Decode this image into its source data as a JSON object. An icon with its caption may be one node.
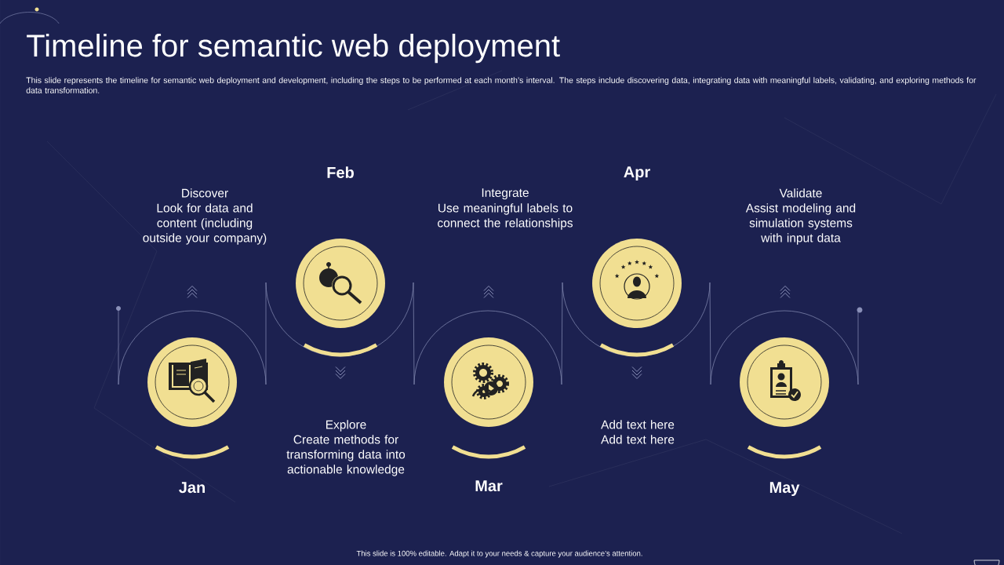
{
  "diagram": {
    "title": "Timeline for semantic web deployment",
    "labels": [
      "This slide represents the timeline for semantic web deployment and development, including the steps to be performed at each month’s interval. The steps include discovering data, integrating data with meaningful labels, validating, and exploring methods for data transformation.",
      "Feb",
      "Apr",
      "Discover",
      "Look for data and content (including outside your company)",
      "Integrate",
      "Use meaningful labels to connect the relationships",
      "Validate",
      "Assist modeling and simulation systems with input data",
      "Explore",
      "Create methods for transforming data into actionable knowledge",
      "Add text here",
      "Add text here",
      "Jan",
      "Mar",
      "May"
    ],
    "caption": "This slide is 100% editable. Adapt it to your needs & capture your audience’s attention."
  }
}
